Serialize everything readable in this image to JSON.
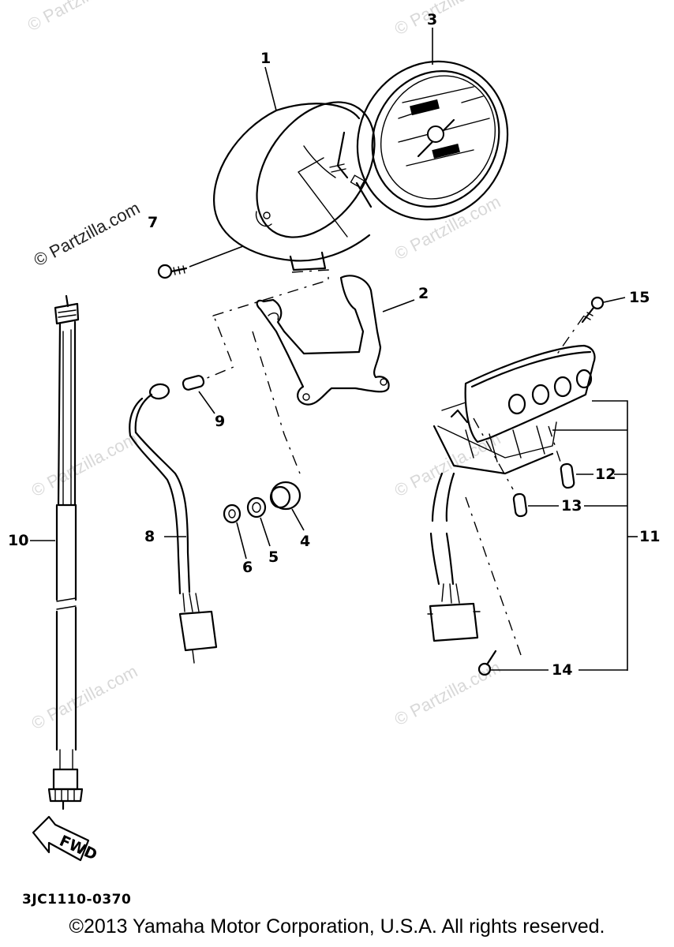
{
  "watermark": {
    "text": "© Partzilla.com"
  },
  "callouts": {
    "p1": "1",
    "p2": "2",
    "p3": "3",
    "p4": "4",
    "p5": "5",
    "p6": "6",
    "p7": "7",
    "p8": "8",
    "p9": "9",
    "p10": "10",
    "p11": "11",
    "p12": "12",
    "p13": "13",
    "p14": "14",
    "p15": "15"
  },
  "fwd_label": "FWD",
  "diagram_code": "3JC1110-0370",
  "copyright": "©2013 Yamaha Motor Corporation, U.S.A. All rights reserved."
}
